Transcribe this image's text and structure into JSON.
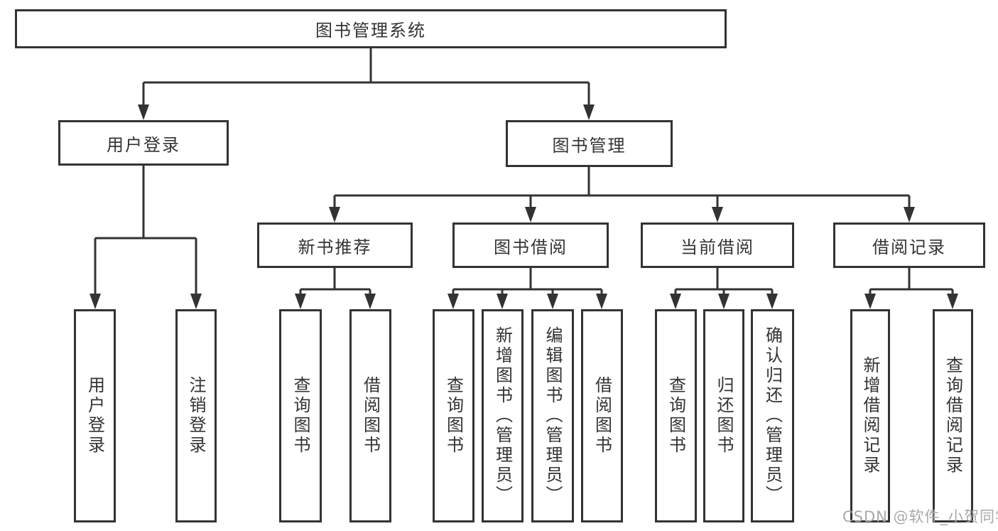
{
  "diagram_type": "hierarchy-tree",
  "colors": {
    "background": "#ffffff",
    "box_border": "#333333",
    "connector_line": "#333333",
    "text": "#333333",
    "watermark_text": "#a9a9a9"
  },
  "watermark": {
    "text": "CSDN @软件_小贺同学"
  },
  "tree": {
    "label": "图书管理系统",
    "children": [
      {
        "label": "用户登录",
        "children": [
          {
            "label": "用户登录"
          },
          {
            "label": "注销登录"
          }
        ]
      },
      {
        "label": "图书管理",
        "children": [
          {
            "label": "新书推荐",
            "children": [
              {
                "label": "查询图书"
              },
              {
                "label": "借阅图书"
              }
            ]
          },
          {
            "label": "图书借阅",
            "children": [
              {
                "label": "查询图书"
              },
              {
                "label": "新增图书（管理员）"
              },
              {
                "label": "编辑图书（管理员）"
              },
              {
                "label": "借阅图书"
              }
            ]
          },
          {
            "label": "当前借阅",
            "children": [
              {
                "label": "查询图书"
              },
              {
                "label": "归还图书"
              },
              {
                "label": "确认归还（管理员）"
              }
            ]
          },
          {
            "label": "借阅记录",
            "children": [
              {
                "label": "新增借阅记录"
              },
              {
                "label": "查询借阅记录"
              }
            ]
          }
        ]
      }
    ]
  }
}
